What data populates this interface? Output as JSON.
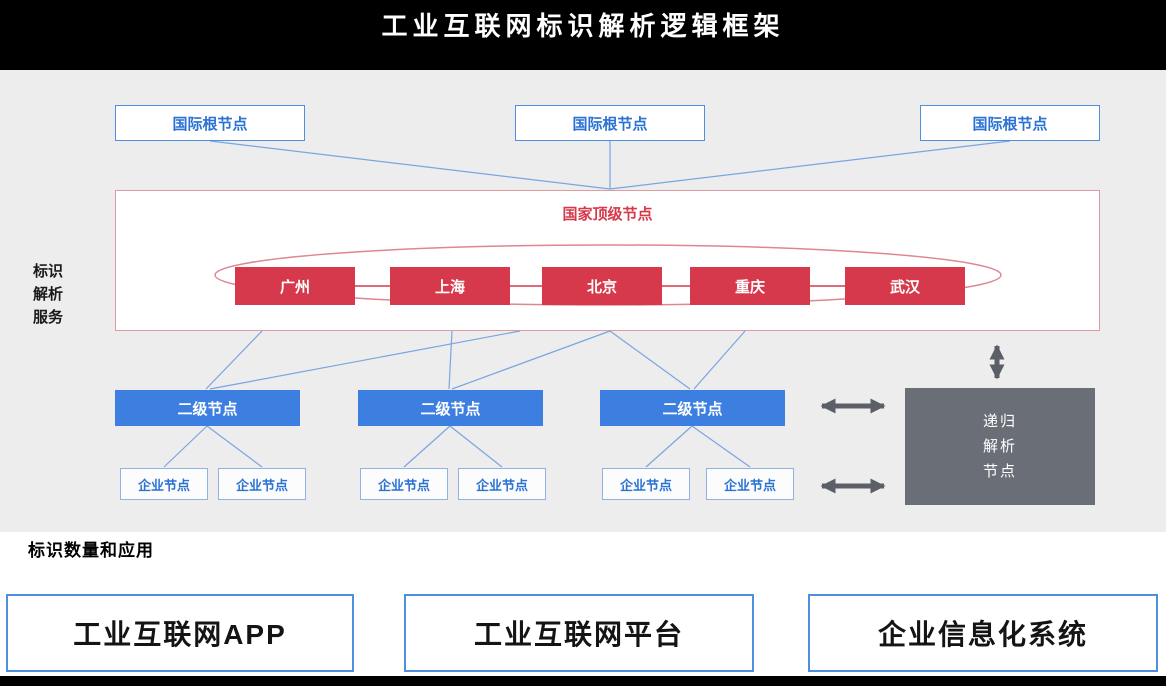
{
  "title": "工业互联网标识解析逻辑框架",
  "identifier_service": {
    "side_label": [
      "标识",
      "解析",
      "服务"
    ],
    "root_nodes": [
      "国际根节点",
      "国际根节点",
      "国际根节点"
    ],
    "national_node": {
      "label": "国家顶级节点",
      "cities": [
        "广州",
        "上海",
        "北京",
        "重庆",
        "武汉"
      ]
    },
    "second_level_nodes": [
      "二级节点",
      "二级节点",
      "二级节点"
    ],
    "enterprise_nodes": [
      "企业节点",
      "企业节点",
      "企业节点",
      "企业节点",
      "企业节点",
      "企业节点"
    ],
    "recursive_node": [
      "递归",
      "解析",
      "节点"
    ]
  },
  "applications": {
    "section_label": "标识数量和应用",
    "systems": [
      "工业互联网APP",
      "工业互联网平台",
      "企业信息化系统"
    ]
  },
  "colors": {
    "top_node_red": "#d5394b",
    "national_border_pink": "#e09aa2",
    "second_node_blue": "#3d7fe0",
    "link_blue": "#79a5e2",
    "recursive_gray": "#6a6f77",
    "node_border_blue": "#4e8fe0",
    "arrow_gray": "#5b6068",
    "canvas_gray": "#ededed"
  }
}
